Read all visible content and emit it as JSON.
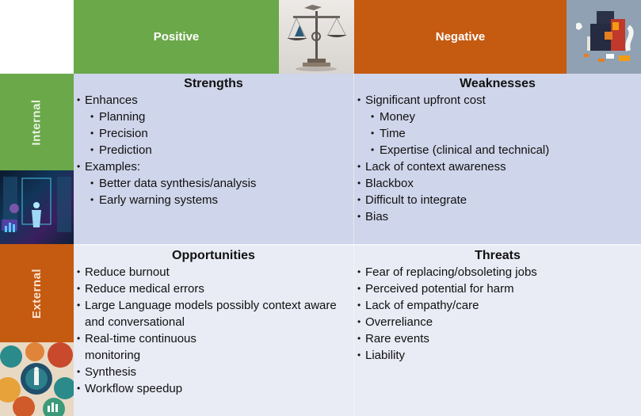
{
  "headers": {
    "positive": "Positive",
    "negative": "Negative",
    "internal": "Internal",
    "external": "External"
  },
  "colors": {
    "positive": "#6aa84a",
    "negative": "#c55a11",
    "top_cells": "#cfd5ea",
    "bottom_cells": "#e9ebf5"
  },
  "images": {
    "positive": "scales-of-justice-illustration",
    "negative": "puzzle-blocks-illustration",
    "internal": "futuristic-medical-interface-illustration",
    "external": "healthcare-technology-collage-illustration"
  },
  "strengths": {
    "title": "Strengths",
    "items": [
      {
        "level": 1,
        "text": "Enhances"
      },
      {
        "level": 2,
        "text": "Planning"
      },
      {
        "level": 2,
        "text": "Precision"
      },
      {
        "level": 2,
        "text": "Prediction"
      },
      {
        "level": 1,
        "text": "Examples:"
      },
      {
        "level": 2,
        "text": "Better data synthesis/analysis"
      },
      {
        "level": 2,
        "text": "Early warning systems"
      }
    ]
  },
  "weaknesses": {
    "title": "Weaknesses",
    "items": [
      {
        "level": 1,
        "text": "Significant upfront cost"
      },
      {
        "level": 2,
        "text": "Money"
      },
      {
        "level": 2,
        "text": "Time"
      },
      {
        "level": 2,
        "text": "Expertise (clinical and technical)"
      },
      {
        "level": 1,
        "text": "Lack of context awareness"
      },
      {
        "level": 1,
        "text": "Blackbox"
      },
      {
        "level": 1,
        "text": "Difficult to integrate"
      },
      {
        "level": 1,
        "text": "Bias"
      }
    ]
  },
  "opportunities": {
    "title": "Opportunities",
    "items": [
      {
        "level": 1,
        "text": "Reduce burnout"
      },
      {
        "level": 1,
        "text": "Reduce medical errors"
      },
      {
        "level": 1,
        "text": "Large Language models possibly context aware"
      },
      {
        "level": 0,
        "text": "and conversational"
      },
      {
        "level": 1,
        "text": "Real-time continuous"
      },
      {
        "level": 0,
        "text": "monitoring"
      },
      {
        "level": 1,
        "text": "Synthesis"
      },
      {
        "level": 1,
        "text": "Workflow speedup"
      }
    ]
  },
  "threats": {
    "title": "Threats",
    "items": [
      {
        "level": 1,
        "text": "Fear of replacing/obsoleting jobs"
      },
      {
        "level": 1,
        "text": "Perceived potential for harm"
      },
      {
        "level": 1,
        "text": "Lack of empathy/care"
      },
      {
        "level": 1,
        "text": "Overreliance"
      },
      {
        "level": 1,
        "text": "Rare events"
      },
      {
        "level": 1,
        "text": "Liability"
      }
    ]
  }
}
